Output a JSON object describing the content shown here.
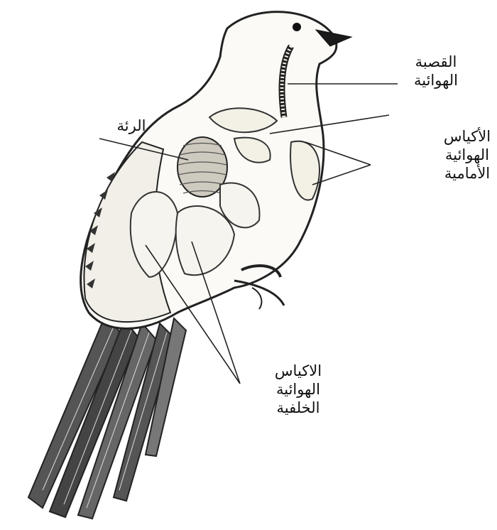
{
  "labels": {
    "trachea": [
      "القصبة",
      "الهوائية"
    ],
    "lung": [
      "الرئة"
    ],
    "anterior_air_sacs": [
      "الأكياس",
      "الهوائية",
      "الأمامية"
    ],
    "posterior_air_sacs": [
      "الاكياس",
      "الهوائية",
      "الخلفية"
    ]
  },
  "colors": {
    "outline": "#222222",
    "organ_fill": "#f3f0e6",
    "lung_fill": "#cfcac0",
    "beak": "#1a1a1a",
    "background": "#ffffff"
  }
}
